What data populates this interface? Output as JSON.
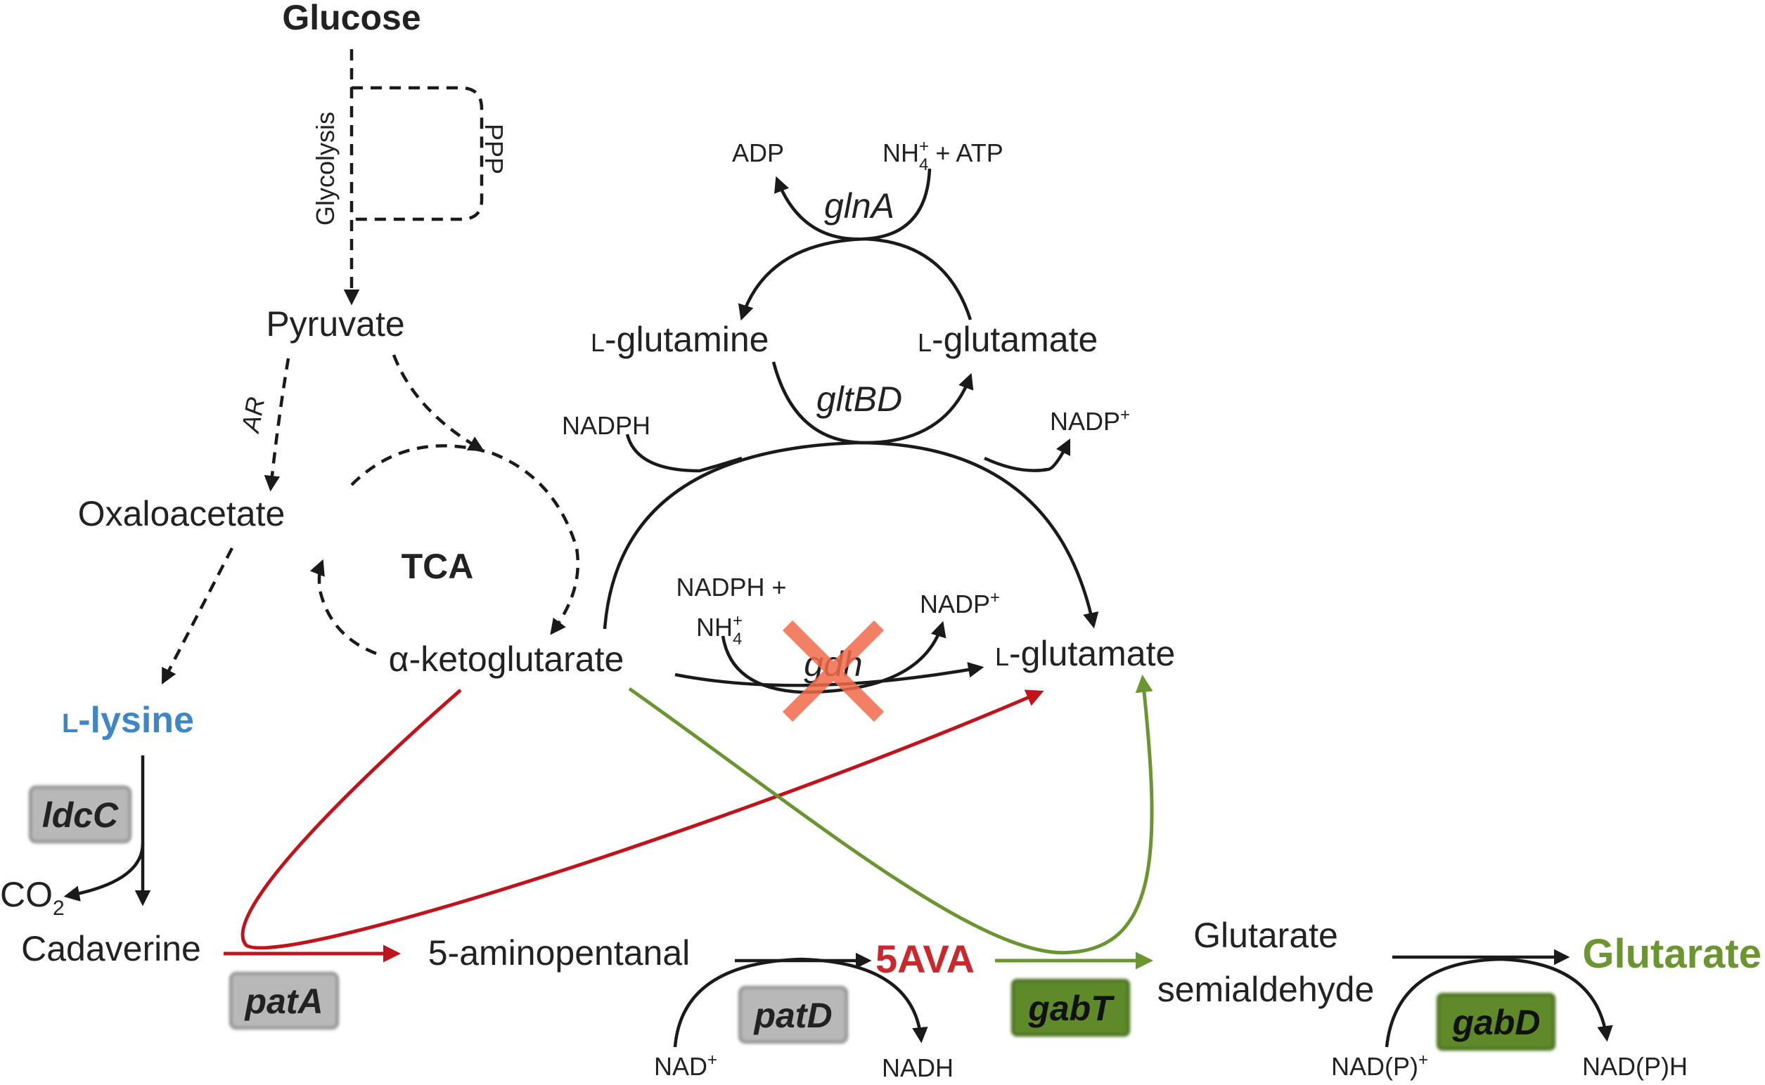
{
  "colors": {
    "text": "#222222",
    "lysine_blue": "#3f86c4",
    "ava_red": "#c8282e",
    "glutarate_green": "#6b9530",
    "arrow_red": "#c0141c",
    "arrow_green": "#6b9530",
    "cross_orange": "#f26a4b",
    "gray_box": "#b8b8b8",
    "green_box": "#5e8a2b"
  },
  "metabolites": {
    "glucose": "Glucose",
    "pyruvate": "Pyruvate",
    "oxaloacetate": "Oxaloacetate",
    "akg": "α-ketoglutarate",
    "lysine_prefix": "L",
    "lysine_rest": "-lysine",
    "cadaverine": "Cadaverine",
    "aminopentanal": "5-aminopentanal",
    "ava": "5AVA",
    "gsa_line1": "Glutarate",
    "gsa_line2": "semialdehyde",
    "glutarate": "Glutarate",
    "glutamine_prefix": "L",
    "glutamine_rest": "-glutamine",
    "glutamate_prefix": "L",
    "glutamate_rest": "-glutamate",
    "glutamate2_prefix": "L",
    "glutamate2_rest": "-glutamate"
  },
  "pathways": {
    "glycolysis": "Glycolysis",
    "ppp": "PPP",
    "ar": "AR",
    "tca": "TCA"
  },
  "cofactors": {
    "adp": "ADP",
    "nh4_atp": {
      "main": "NH",
      "sub": "4",
      "sup": "+",
      "rest": " + ATP"
    },
    "nadph_gltbd": "NADPH",
    "nadp_gltbd": {
      "main": "NADP",
      "sup": "+"
    },
    "nadph_gdh_line1": "NADPH +",
    "nh4_gdh": {
      "main": "NH",
      "sub": "4",
      "sup": "+"
    },
    "nadp_gdh": {
      "main": "NADP",
      "sup": "+"
    },
    "co2": {
      "main": "CO",
      "sub": "2"
    },
    "nad": {
      "main": "NAD",
      "sup": "+"
    },
    "nadh": "NADH",
    "nadp_in": {
      "main": "NAD(P)",
      "sup": "+"
    },
    "nadph_out": "NAD(P)H"
  },
  "enzymes": {
    "glna": "glnA",
    "gltbd": "gltBD",
    "gdh": "gdh",
    "ldcc": "ldcC",
    "pata": "patA",
    "patd": "patD",
    "gabt": "gabT",
    "gabd": "gabD"
  }
}
